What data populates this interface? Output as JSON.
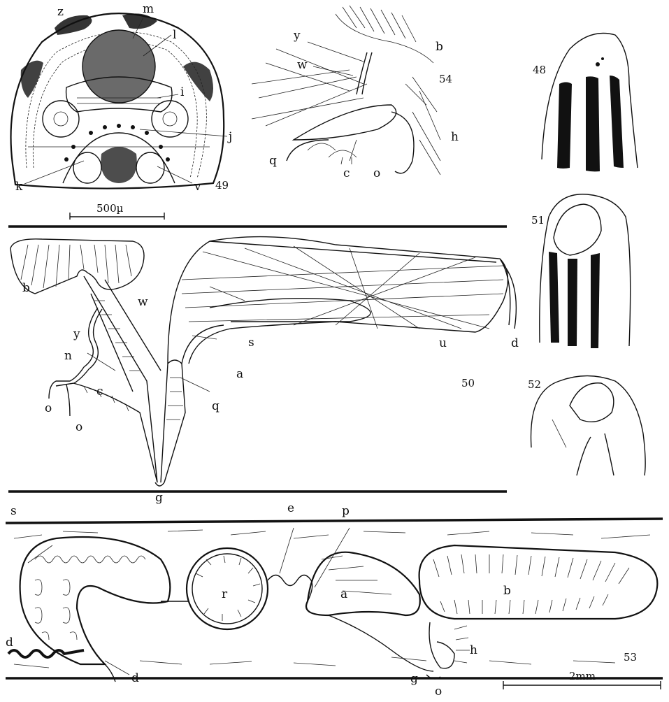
{
  "figures": {
    "fig49": {
      "number": "49",
      "labels": [
        "z",
        "m",
        "l",
        "i",
        "j",
        "k",
        "v"
      ],
      "scale": "500µ"
    },
    "fig54": {
      "number": "54",
      "labels": [
        "y",
        "w",
        "b",
        "h",
        "q",
        "c",
        "o"
      ]
    },
    "fig48": {
      "number": "48"
    },
    "fig51": {
      "number": "51"
    },
    "fig52": {
      "number": "52"
    },
    "fig50": {
      "number": "50",
      "labels": [
        "b",
        "w",
        "y",
        "n",
        "c",
        "o",
        "o",
        "s",
        "a",
        "q",
        "u",
        "d",
        "g"
      ]
    },
    "fig53": {
      "number": "53",
      "labels": [
        "s",
        "e",
        "p",
        "r",
        "a",
        "b",
        "h",
        "d",
        "d",
        "g",
        "o"
      ],
      "scale": "2mm"
    }
  },
  "colors": {
    "ink": "#111111",
    "paper": "#ffffff"
  }
}
